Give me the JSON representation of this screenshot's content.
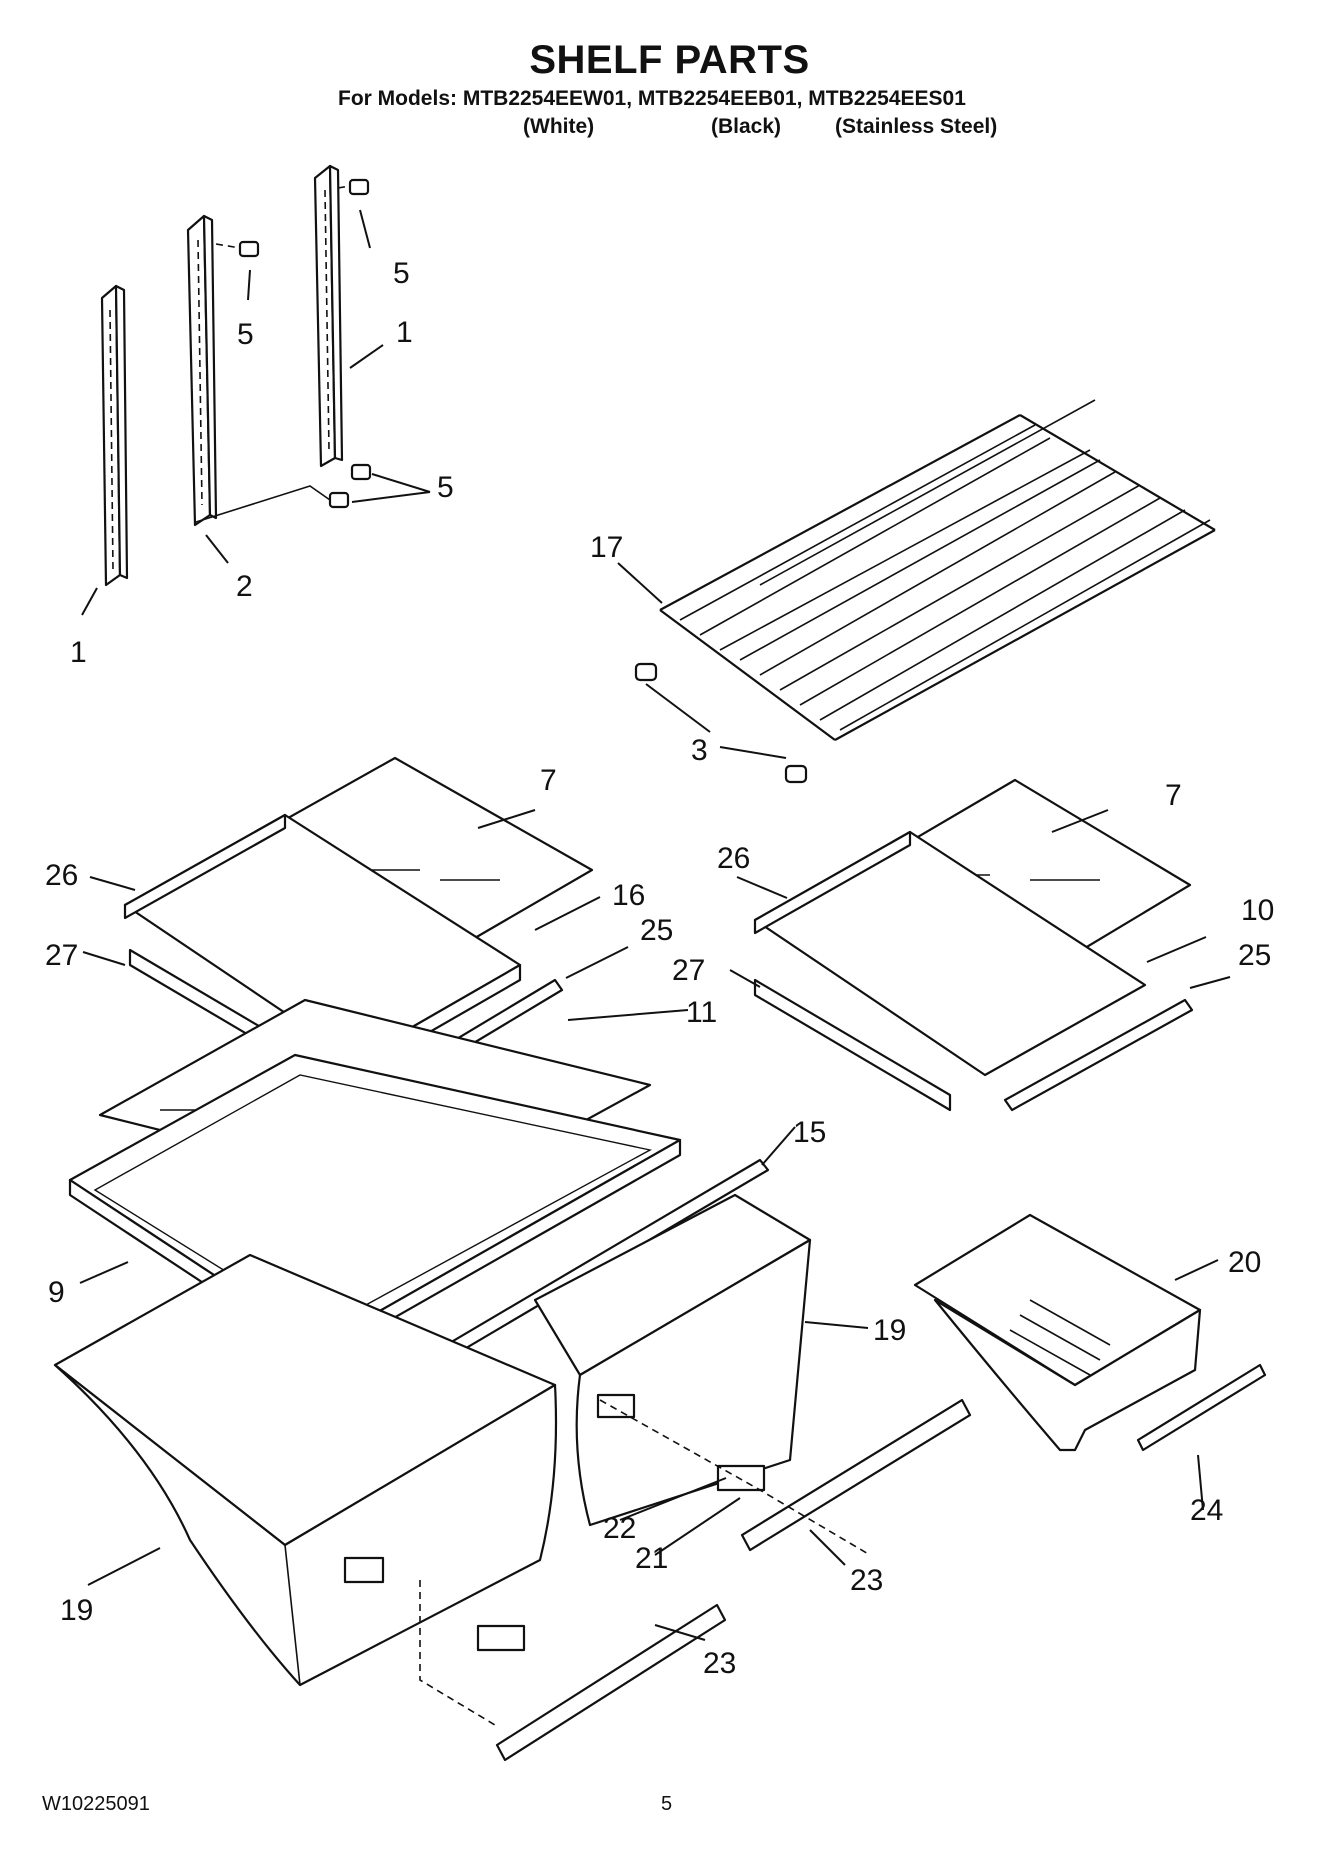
{
  "header": {
    "title": "SHELF PARTS",
    "models_line": "For Models: MTB2254EEW01, MTB2254EEB01, MTB2254EES01",
    "variants": [
      "(White)",
      "(Black)",
      "(Stainless Steel)"
    ]
  },
  "callouts": [
    "1",
    "1",
    "2",
    "3",
    "5",
    "5",
    "5",
    "7",
    "7",
    "9",
    "10",
    "11",
    "15",
    "16",
    "17",
    "19",
    "19",
    "20",
    "21",
    "22",
    "23",
    "23",
    "24",
    "25",
    "25",
    "26",
    "26",
    "27",
    "27"
  ],
  "footer": {
    "doc_number": "W10225091",
    "page_number": "5"
  }
}
